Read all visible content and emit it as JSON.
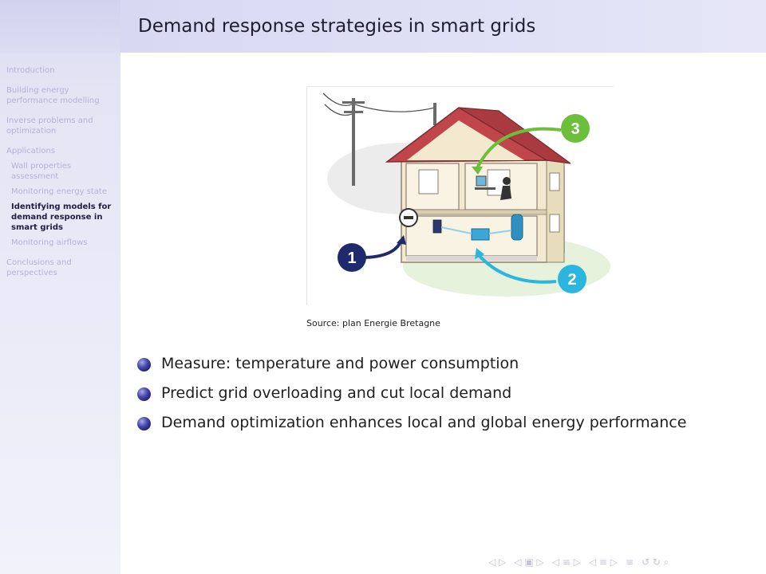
{
  "slide": {
    "title": "Demand response strategies in smart grids",
    "caption": "Source:  plan Energie Bretagne"
  },
  "sidebar": {
    "items": [
      {
        "label": "Introduction",
        "level": 0,
        "current": false
      },
      {
        "label": "Building energy performance modelling",
        "level": 0,
        "current": false
      },
      {
        "label": "Inverse problems and optimization",
        "level": 0,
        "current": false
      },
      {
        "label": "Applications",
        "level": 0,
        "current": false
      },
      {
        "label": "Wall properties assessment",
        "level": 1,
        "current": false
      },
      {
        "label": "Monitoring energy state",
        "level": 1,
        "current": false
      },
      {
        "label": "Identifying models for demand response in smart grids",
        "level": 1,
        "current": true
      },
      {
        "label": "Monitoring airflows",
        "level": 1,
        "current": false
      },
      {
        "label": "Conclusions and perspectives",
        "level": 0,
        "current": false
      }
    ]
  },
  "figure": {
    "callouts": [
      "1",
      "2",
      "3"
    ],
    "colors": {
      "callout1": "#1e2a6b",
      "callout2": "#2bb6df",
      "callout3": "#6cbf3a",
      "roof": "#c0464c",
      "wall": "#f3e9cf"
    }
  },
  "bullets": [
    "Measure:  temperature and power consumption",
    "Predict grid overloading and cut local demand",
    "Demand optimization enhances local and global energy performance"
  ],
  "navigation": {
    "symbols": [
      "◁ ▷",
      "◁ ▣ ▷",
      "◁ ≡ ▷",
      "◁ ≡ ▷",
      "≡",
      "↺ ↻ ⌕"
    ]
  }
}
